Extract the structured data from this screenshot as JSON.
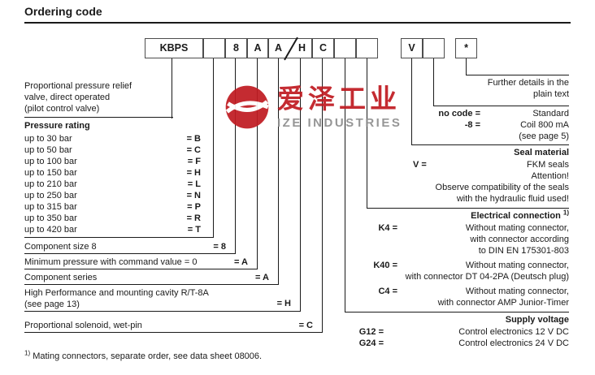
{
  "title": "Ordering code",
  "code_boxes": {
    "b1": "KBPS",
    "b2": "",
    "b3": "8",
    "b4": "A",
    "b5a": "A",
    "b5b": "H",
    "b6": "C",
    "b7": "",
    "b8": "",
    "b9": "V",
    "b10": "",
    "b11": "*"
  },
  "left": {
    "valve": {
      "line1": "Proportional pressure relief",
      "line2": "valve, direct operated",
      "line3": "(pilot control valve)"
    },
    "pressure": {
      "heading": "Pressure rating",
      "rows": [
        {
          "label": "up to 30 bar",
          "code": "= B"
        },
        {
          "label": "up to 50 bar",
          "code": "= C"
        },
        {
          "label": "up to 100 bar",
          "code": "= F"
        },
        {
          "label": "up to 150 bar",
          "code": "= H"
        },
        {
          "label": "up to 210 bar",
          "code": "= L"
        },
        {
          "label": "up to 250 bar",
          "code": "= N"
        },
        {
          "label": "up to 315 bar",
          "code": "= P"
        },
        {
          "label": "up to 350 bar",
          "code": "= R"
        },
        {
          "label": "up to 420 bar",
          "code": "= T"
        }
      ]
    },
    "rows": [
      {
        "label": "Component size 8",
        "code": "= 8"
      },
      {
        "label": "Minimum pressure with command value = 0",
        "code": "= A"
      },
      {
        "label": "Component series",
        "code": "= A"
      },
      {
        "label": "High Performance and mounting cavity R/T-8A",
        "label2": "(see page 13)",
        "code": "= H"
      },
      {
        "label": "Proportional solenoid, wet-pin",
        "code": "= C"
      }
    ],
    "footnote_sup": "1)",
    "footnote": "Mating connectors, separate order, see data sheet 08006."
  },
  "right": {
    "further": {
      "line1": "Further details in the",
      "line2": "plain text"
    },
    "plaintext": {
      "rows": [
        {
          "label": "no code =",
          "value": "Standard"
        },
        {
          "label": "-8 =",
          "value": "Coil 800 mA"
        },
        {
          "label": "",
          "value": "(see page 5)"
        }
      ]
    },
    "seal": {
      "heading": "Seal material",
      "rows": [
        {
          "label": "V =",
          "value": "FKM seals"
        },
        {
          "label": "",
          "value": "Attention!"
        },
        {
          "label": "",
          "value": "Observe compatibility of the seals"
        },
        {
          "label": "",
          "value": "with the hydraulic fluid used!"
        }
      ]
    },
    "electrical": {
      "heading": "Electrical connection",
      "sup": "1)",
      "rows": [
        {
          "label": "K4 =",
          "value": "Without mating connector,"
        },
        {
          "label": "",
          "value": "with connector according"
        },
        {
          "label": "",
          "value": "to DIN EN 175301-803"
        },
        {
          "label": "K40 =",
          "value": "Without mating connector,"
        },
        {
          "label": "",
          "value": "with connector DT 04-2PA (Deutsch plug)"
        },
        {
          "label": "C4 =",
          "value": "Without mating connector,"
        },
        {
          "label": "",
          "value": "with connector AMP Junior-Timer"
        }
      ]
    },
    "supply": {
      "heading": "Supply voltage",
      "rows": [
        {
          "label": "G12 =",
          "value": "Control electronics 12 V DC"
        },
        {
          "label": "G24 =",
          "value": "Control electronics 24 V DC"
        }
      ]
    }
  },
  "watermark": {
    "cn": "爱泽工业",
    "en": "IZE INDUSTRIES"
  },
  "colors": {
    "line": "#1a1a1a",
    "brand_red": "#c01c22",
    "brand_gray": "#8f8f8f"
  }
}
